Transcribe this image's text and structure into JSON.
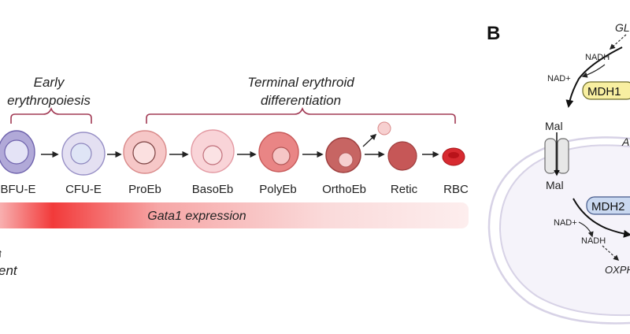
{
  "panel_b": {
    "letter": "B"
  },
  "groups": {
    "early": {
      "line1": "Early",
      "line2": "erythropoiesis"
    },
    "terminal": {
      "line1": "Terminal erythroid",
      "line2": "differentiation"
    }
  },
  "cells": [
    {
      "label": "BFU-E"
    },
    {
      "label": "CFU-E"
    },
    {
      "label": "ProEb"
    },
    {
      "label": "BasoEb"
    },
    {
      "label": "PolyEb"
    },
    {
      "label": "OrthoEb"
    },
    {
      "label": "Retic"
    },
    {
      "label": "RBC"
    }
  ],
  "expression_bar": {
    "label": "Gata1 expression"
  },
  "left_partial": {
    "line1": "↑",
    "line2": "ent"
  },
  "metabolism": {
    "glu_partial": "GL",
    "a_partial": "A",
    "nadh_top": "NADH",
    "nad_top": "NAD+",
    "enzyme1": "MDH1",
    "mal_top": "Mal",
    "mal_bottom": "Mal",
    "enzyme2": "MDH2",
    "nad_bottom": "NAD+",
    "nadh_bottom": "NADH",
    "oxphos_partial": "OXPH"
  },
  "colors": {
    "bracket": "#a23b55",
    "mdh1_fill": "#f8efa1",
    "mdh2_fill": "#c9d8f0",
    "gradient_peak": "#f23a3a"
  }
}
